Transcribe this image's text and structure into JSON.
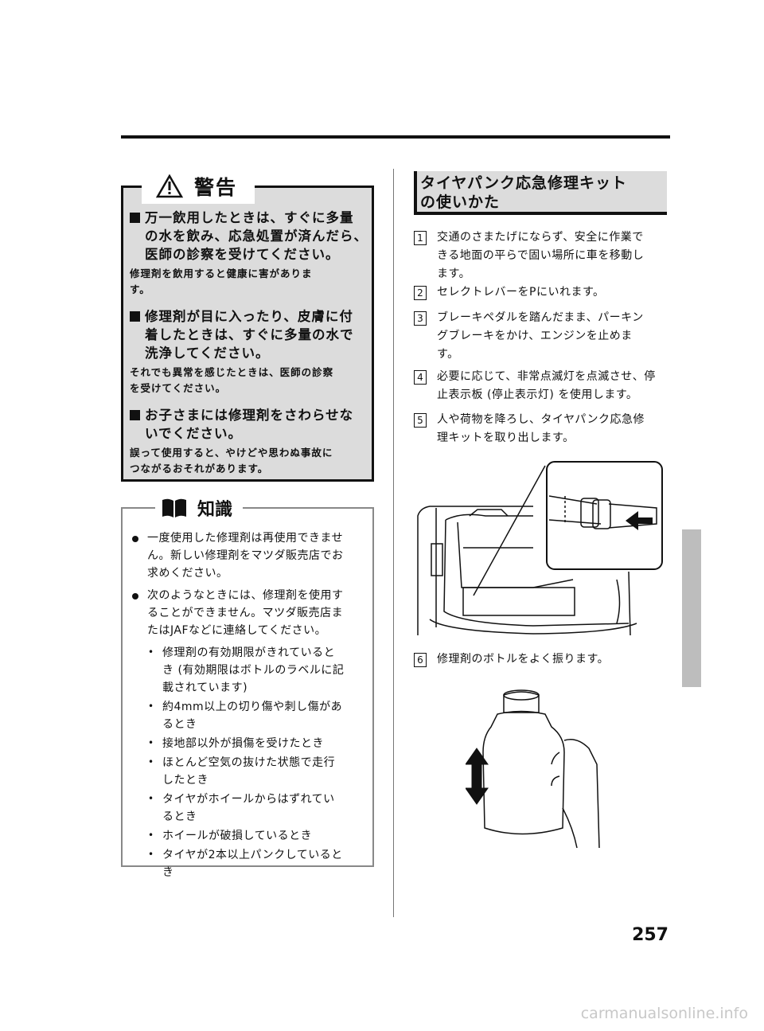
{
  "page": {
    "number": "257",
    "watermark": "carmanualsonline.info"
  },
  "warning": {
    "title": "警告",
    "items": [
      {
        "head": [
          "万一飲用したときは、すぐに多量",
          "の水を飲み、応急処置が済んだら、",
          "医師の診察を受けてください。"
        ],
        "body": [
          "修理剤を飲用すると健康に害がありま",
          "す。"
        ]
      },
      {
        "head": [
          "修理剤が目に入ったり、皮膚に付",
          "着したときは、すぐに多量の水で",
          "洗浄してください。"
        ],
        "body": [
          "それでも異常を感じたときは、医師の診察",
          "を受けてください。"
        ]
      },
      {
        "head": [
          "お子さまには修理剤をさわらせな",
          "いでください。"
        ],
        "body": [
          "誤って使用すると、やけどや思わぬ事故に",
          "つながるおそれがあります。"
        ]
      }
    ]
  },
  "knowledge": {
    "title": "知識",
    "bullets": [
      [
        "一度使用した修理剤は再使用できませ",
        "ん。新しい修理剤をマツダ販売店でお",
        "求めください。"
      ],
      [
        "次のようなときには、修理剤を使用す",
        "ることができません。マツダ販売店ま",
        "たはJAFなどに連絡してください。"
      ]
    ],
    "subbullets": [
      [
        "修理剤の有効期限がきれていると",
        "き (有効期限はボトルのラベルに記",
        "載されています)"
      ],
      [
        "約4mm以上の切り傷や刺し傷があ",
        "るとき"
      ],
      [
        "接地部以外が損傷を受けたとき"
      ],
      [
        "ほとんど空気の抜けた状態で走行",
        "したとき"
      ],
      [
        "タイヤがホイールからはずれてい",
        "るとき"
      ],
      [
        "ホイールが破損しているとき"
      ],
      [
        "タイヤが2本以上パンクしていると",
        "き"
      ]
    ]
  },
  "section": {
    "title": [
      "タイヤパンク応急修理キット",
      "の使いかた"
    ],
    "steps": [
      {
        "num": "1",
        "lines": [
          "交通のさまたげにならず、安全に作業で",
          "きる地面の平らで固い場所に車を移動し",
          "ます。"
        ]
      },
      {
        "num": "2",
        "lines": [
          "セレクトレバーをPにいれます。"
        ]
      },
      {
        "num": "3",
        "lines": [
          "ブレーキペダルを踏んだまま、パーキン",
          "グブレーキをかけ、エンジンを止めま",
          "す。"
        ]
      },
      {
        "num": "4",
        "lines": [
          "必要に応じて、非常点滅灯を点滅させ、停",
          "止表示板 (停止表示灯) を使用します。"
        ]
      },
      {
        "num": "5",
        "lines": [
          "人や荷物を降ろし、タイヤパンク応急修",
          "理キットを取り出します。"
        ]
      },
      {
        "num": "6",
        "lines": [
          "修理剤のボトルをよく振ります。"
        ]
      }
    ]
  },
  "icons": {
    "warning": "warning-triangle-icon",
    "knowledge": "book-icon"
  }
}
